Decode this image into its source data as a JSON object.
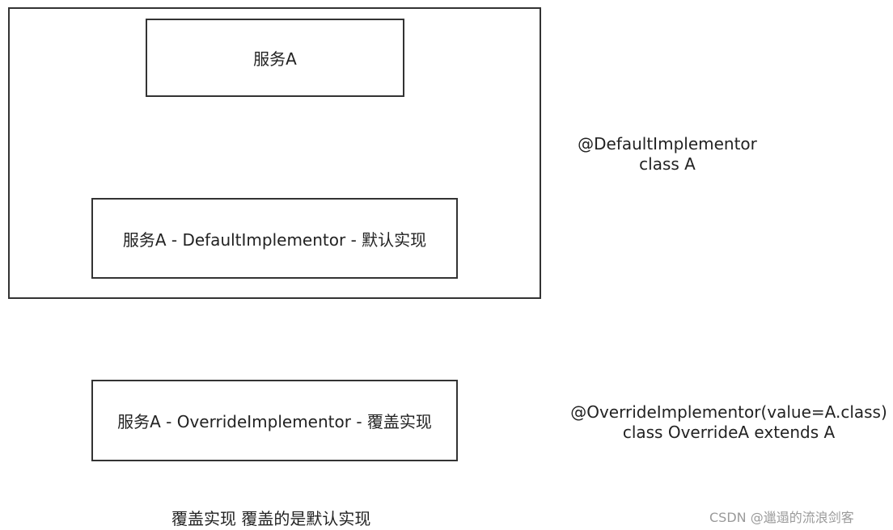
{
  "container": {
    "service_box": "服务A",
    "default_impl_box": "服务A - DefaultImplementor - 默认实现"
  },
  "default_annotation": {
    "line1": "@DefaultImplementor",
    "line2": "class A"
  },
  "override_box": "服务A - OverrideImplementor - 覆盖实现",
  "override_annotation": {
    "line1": "@OverrideImplementor(value=A.class)",
    "line2": "class OverrideA extends A"
  },
  "caption": "覆盖实现 覆盖的是默认实现",
  "watermark": "CSDN @邋遢的流浪剑客"
}
